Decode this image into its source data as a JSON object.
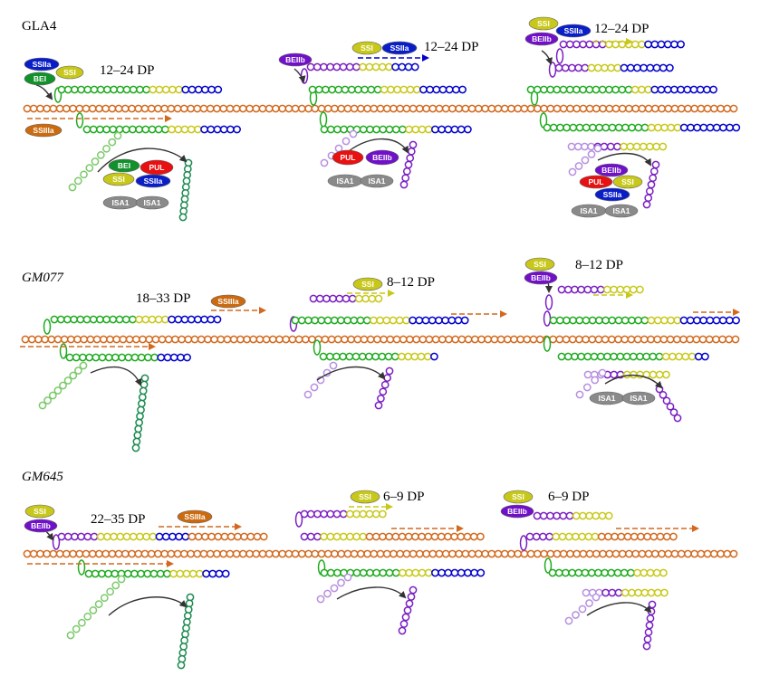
{
  "colors": {
    "backbone": "#d2691e",
    "green": "#1faa1f",
    "lightgreen": "#7cc96b",
    "darkgreen": "#1b8a50",
    "yellow": "#c8c81a",
    "blue": "#0000cc",
    "purple": "#7a1fc2",
    "lightpurple": "#b790e0",
    "arrow_dark": "#333333"
  },
  "enzymes": {
    "SSIIa": {
      "label": "SSIIa",
      "color": "#0a1ec8",
      "text": "#ffffff"
    },
    "SSI": {
      "label": "SSI",
      "color": "#c8c81a",
      "text": "#ffffff"
    },
    "BEI": {
      "label": "BEI",
      "color": "#11912b",
      "text": "#ffffff"
    },
    "SSIIIa": {
      "label": "SSIIIa",
      "color": "#cc6a0f",
      "text": "#ffffff"
    },
    "BEIIb": {
      "label": "BEIIb",
      "color": "#7010c8",
      "text": "#ffffff"
    },
    "PUL": {
      "label": "PUL",
      "color": "#e81010",
      "text": "#ffffff"
    },
    "ISA1": {
      "label": "ISA1",
      "color": "#8a8a8a",
      "text": "#ffffff"
    }
  },
  "rows": [
    {
      "id": "gla4",
      "label": "GLA4",
      "italic": false,
      "panels": [
        {
          "dp": "12–24 DP"
        },
        {
          "dp": "12–24 DP"
        },
        {
          "dp": "12–24 DP"
        }
      ]
    },
    {
      "id": "gm077",
      "label": "GM077",
      "italic": true,
      "panels": [
        {
          "dp": "18–33 DP"
        },
        {
          "dp": "8–12 DP"
        },
        {
          "dp": "8–12 DP"
        }
      ]
    },
    {
      "id": "gm645",
      "label": "GM645",
      "italic": true,
      "panels": [
        {
          "dp": "22–35 DP"
        },
        {
          "dp": "6–9 DP"
        },
        {
          "dp": "6–9 DP"
        }
      ]
    }
  ]
}
